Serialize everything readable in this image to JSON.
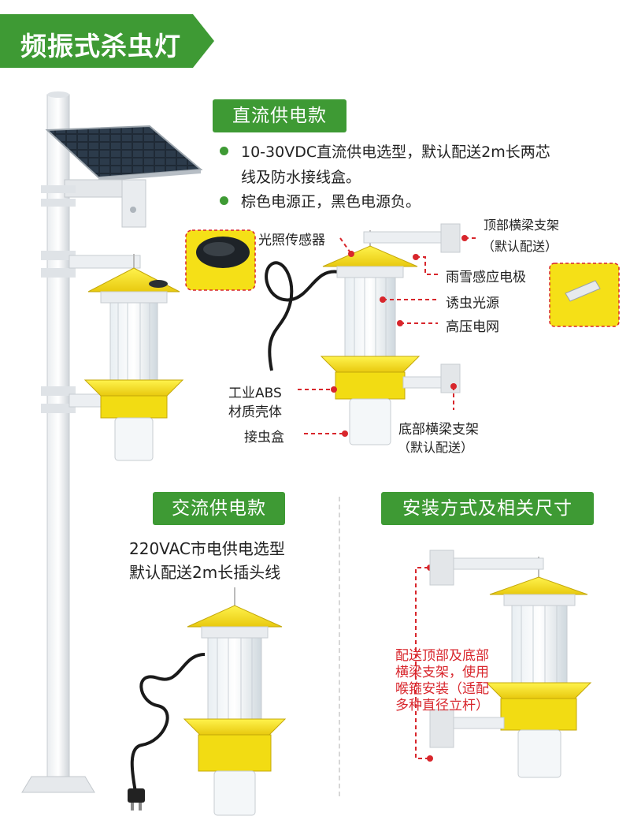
{
  "title": "频振式杀虫灯",
  "dc_section": {
    "label": "直流供电款",
    "bullets": [
      "10-30VDC直流供电选型，默认配送2m长两芯",
      "线及防水接线盒。",
      "棕色电源正，黑色电源负。"
    ]
  },
  "callouts": {
    "light_sensor": "光照传感器",
    "top_bracket": "顶部横梁支架",
    "top_bracket_default": "（默认配送）",
    "rain_sensor": "雨雪感应电极",
    "lure_light": "诱虫光源",
    "hv_grid": "高压电网",
    "abs_line1": "工业ABS",
    "abs_line2": "材质壳体",
    "collector": "接虫盒",
    "bottom_bracket": "底部横梁支架",
    "bottom_bracket_default": "（默认配送）"
  },
  "ac_section": {
    "label": "交流供电款",
    "line1": "220VAC市电供电选型",
    "line2": "默认配送2m长插头线"
  },
  "install_section": {
    "label": "安装方式及相关尺寸",
    "note_lines": [
      "配送顶部及底部",
      "横梁支架，使用",
      "喉箍安装（适配",
      "多种直径立杆）"
    ]
  },
  "colors": {
    "brand_green": "#3e9a34",
    "lamp_yellow": "#f5e017",
    "callout_red": "#d8262c"
  }
}
